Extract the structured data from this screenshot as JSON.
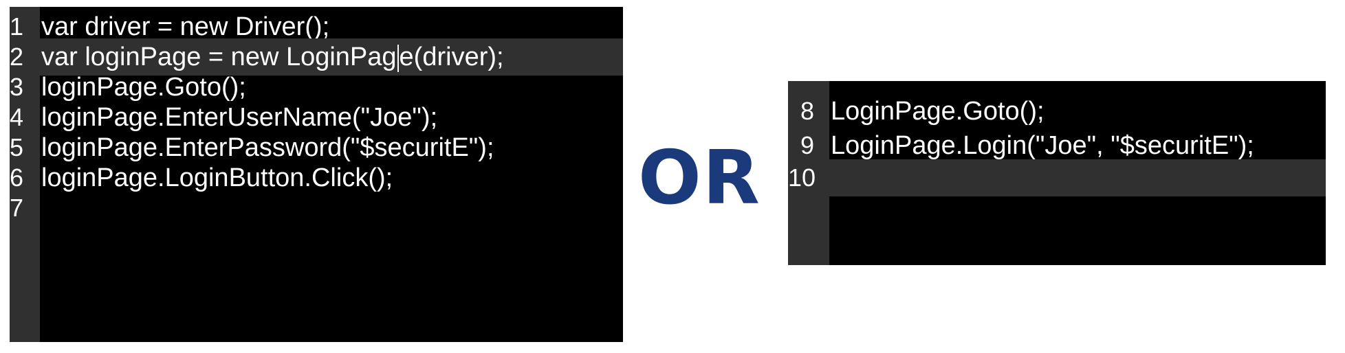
{
  "left_editor": {
    "lines": [
      {
        "number": "1",
        "code": "var driver = new Driver();"
      },
      {
        "number": "2",
        "code_before_caret": "var loginPage = new LoginPag",
        "code_after_caret": "e(driver);"
      },
      {
        "number": "3",
        "code": "loginPage.Goto();"
      },
      {
        "number": "4",
        "code": "loginPage.EnterUserName(\"Joe\");"
      },
      {
        "number": "5",
        "code": "loginPage.EnterPassword(\"$securitE\");"
      },
      {
        "number": "6",
        "code": "loginPage.LoginButton.Click();"
      },
      {
        "number": "7",
        "code": ""
      }
    ]
  },
  "separator": {
    "text": "OR"
  },
  "right_editor": {
    "lines": [
      {
        "number": "8",
        "code": "LoginPage.Goto();"
      },
      {
        "number": "9",
        "code": "LoginPage.Login(\"Joe\", \"$securitE\");"
      },
      {
        "number": "10",
        "code": ""
      }
    ]
  },
  "colors": {
    "editor_background": "#000000",
    "gutter_background": "#303030",
    "current_line": "#303030",
    "code_text": "#ffffff",
    "separator_text": "#1b3a7c"
  }
}
